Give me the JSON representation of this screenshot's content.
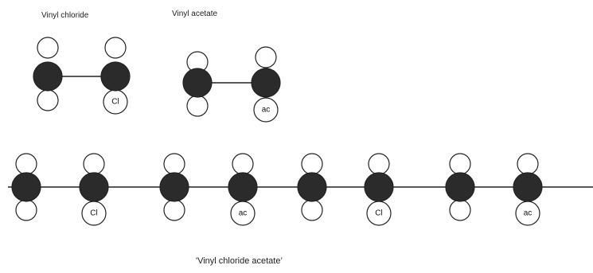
{
  "labels": {
    "vinyl_chloride": "Vinyl chloride",
    "vinyl_acetate": "Vinyl acetate",
    "copolymer": "'Vinyl chloride acetate’"
  },
  "monomers": {
    "vinyl_chloride": {
      "substituent": "Cl"
    },
    "vinyl_acetate": {
      "substituent": "ac"
    }
  },
  "chain": {
    "substituents": [
      "Cl",
      "ac",
      "Cl",
      "ac"
    ]
  },
  "colors": {
    "carbon": "#2b2b2b",
    "hydrogen": "#ffffff",
    "outline": "#222222",
    "bond": "#222222"
  }
}
